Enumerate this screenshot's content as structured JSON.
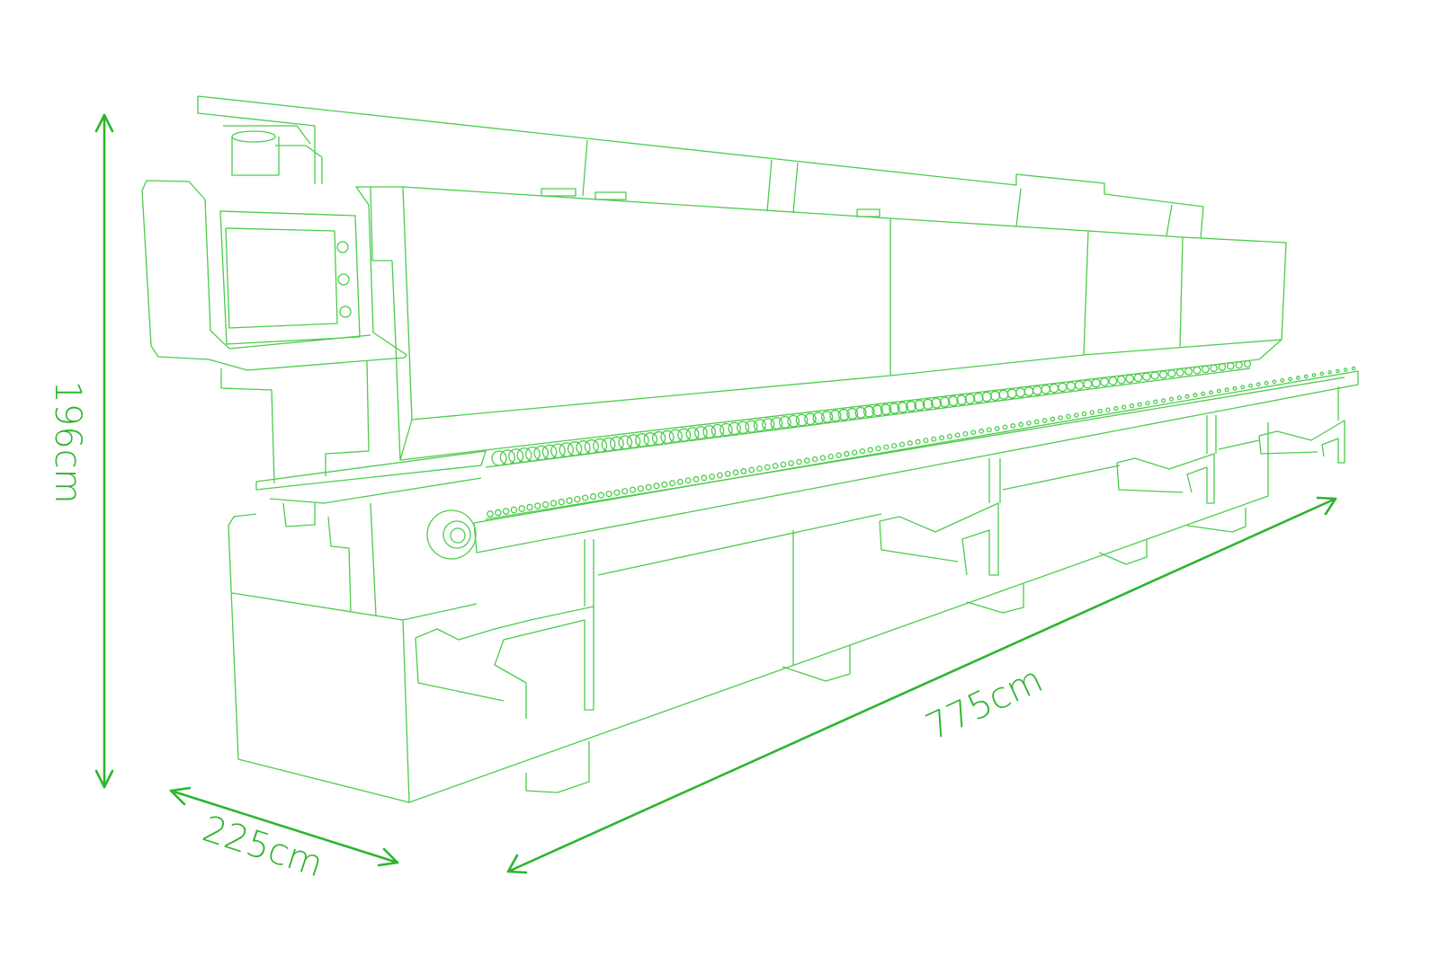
{
  "dimensions": {
    "height_label": "196cm",
    "depth_label": "225cm",
    "length_label": "775cm"
  },
  "colors": {
    "outline": "#4ccc4c",
    "dimension": "#2db52d"
  }
}
